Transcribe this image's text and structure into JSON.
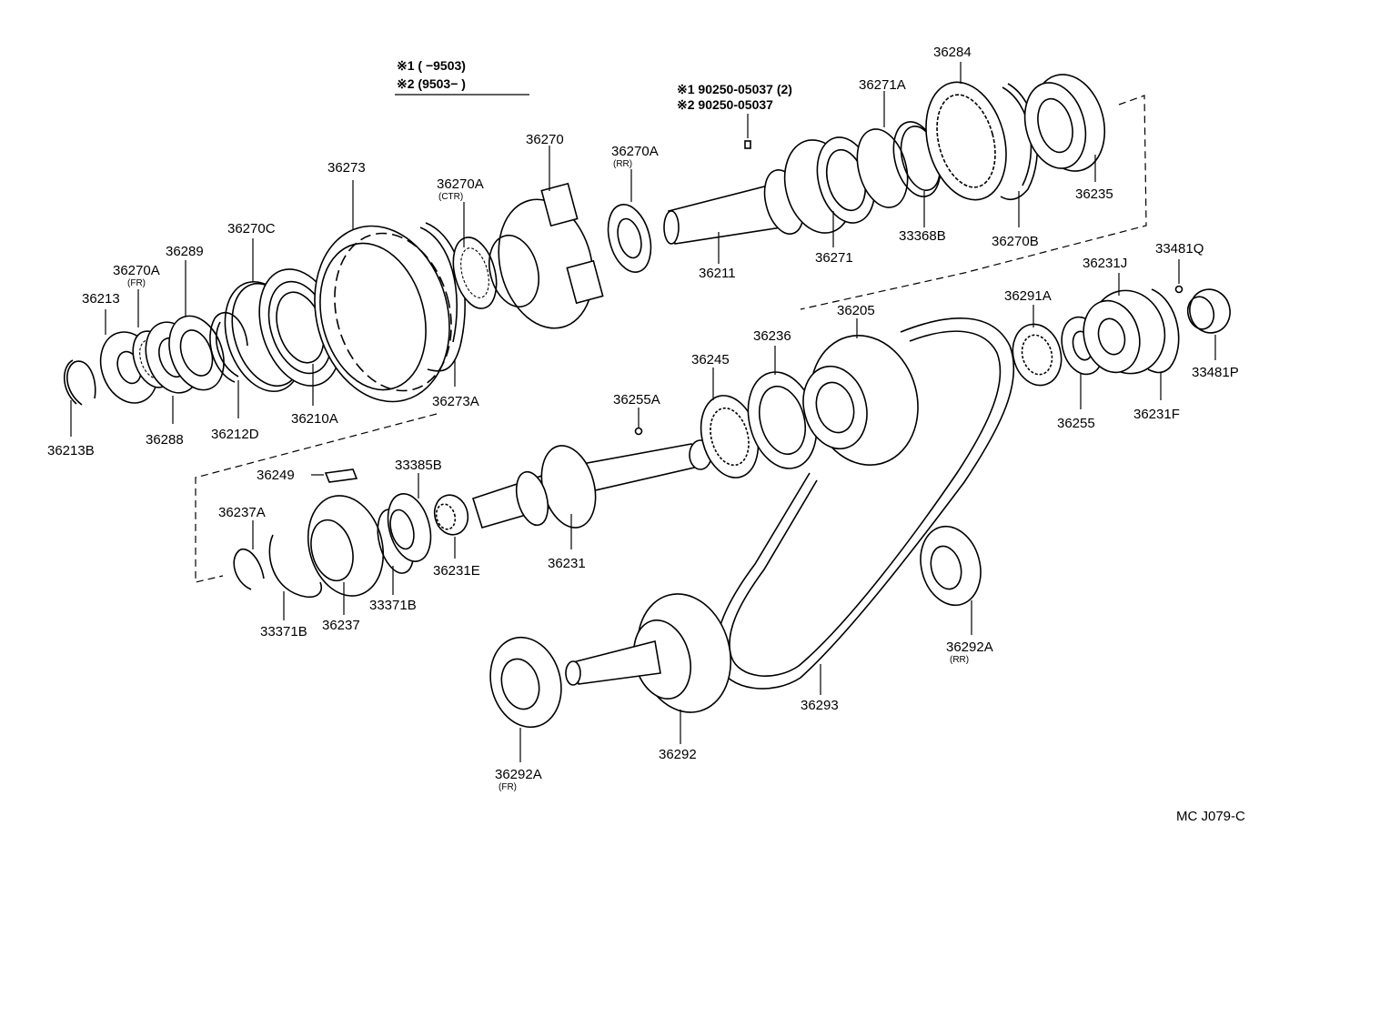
{
  "notes": {
    "range1": "※1 (        −9503)",
    "range2": "※2 (9503−        )",
    "bolt1": "※1  90250-05037 (2)",
    "bolt2": "※2  90250-05037"
  },
  "footer": {
    "code": "MC  J079-C"
  },
  "labels": {
    "p36213B": "36213B",
    "p36213": "36213",
    "p36270A_fr": "36270A",
    "p36270A_fr_sub": "(FR)",
    "p36289": "36289",
    "p36288": "36288",
    "p36270C": "36270C",
    "p36212D": "36212D",
    "p36273": "36273",
    "p36210A": "36210A",
    "p36270A_ctr": "36270A",
    "p36270A_ctr_sub": "(CTR)",
    "p36273A": "36273A",
    "p36270": "36270",
    "p36270A_rr": "36270A",
    "p36270A_rr_sub": "(RR)",
    "p36211": "36211",
    "p36271": "36271",
    "p36271A": "36271A",
    "p36284": "36284",
    "p33368B": "33368B",
    "p36270B": "36270B",
    "p36235": "36235",
    "p33481Q": "33481Q",
    "p36231J": "36231J",
    "p36291A": "36291A",
    "p33481P": "33481P",
    "p36255": "36255",
    "p36231F": "36231F",
    "p36205": "36205",
    "p36236": "36236",
    "p36245": "36245",
    "p36255A": "36255A",
    "p36249": "36249",
    "p33385B": "33385B",
    "p36237A": "36237A",
    "p36231E": "36231E",
    "p36231": "36231",
    "p33371B_r": "33371B",
    "p33371B_l": "33371B",
    "p36237": "36237",
    "p36292A_rr": "36292A",
    "p36292A_rr_sub": "(RR)",
    "p36293": "36293",
    "p36292": "36292",
    "p36292A_fr": "36292A",
    "p36292A_fr_sub": "(FR)"
  }
}
